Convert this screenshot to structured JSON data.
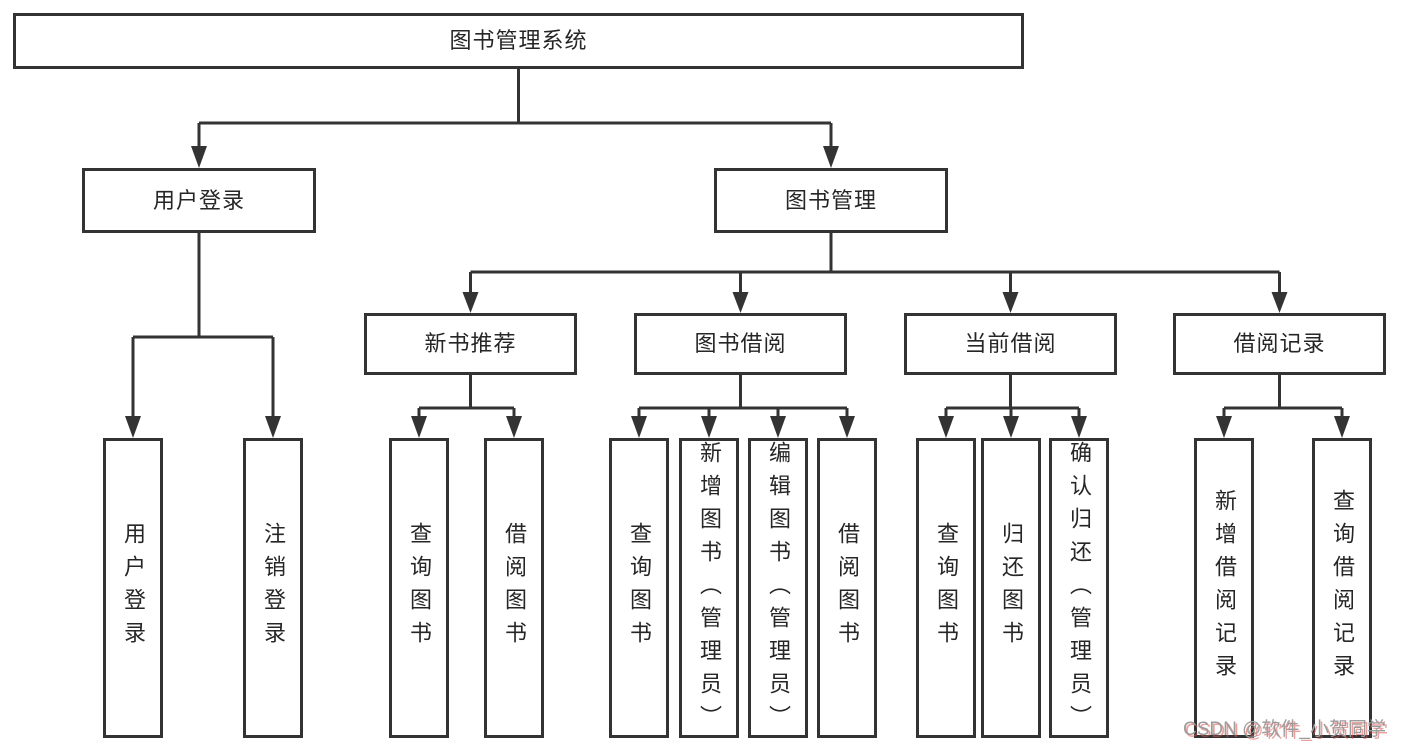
{
  "tree": {
    "root": "图书管理系统",
    "level1": [
      {
        "id": "user-login",
        "label": "用户登录",
        "leaves": [
          "用户登录",
          "注销登录"
        ]
      },
      {
        "id": "book-management",
        "label": "图书管理"
      }
    ],
    "level2": [
      {
        "id": "new-book-recommend",
        "label": "新书推荐",
        "leaves": [
          "查询图书",
          "借阅图书"
        ]
      },
      {
        "id": "book-borrow",
        "label": "图书借阅",
        "leaves": [
          "查询图书",
          "新增图书（管理员）",
          "编辑图书（管理员）",
          "借阅图书"
        ]
      },
      {
        "id": "current-borrow",
        "label": "当前借阅",
        "leaves": [
          "查询图书",
          "归还图书",
          "确认归还（管理员）"
        ]
      },
      {
        "id": "borrow-records",
        "label": "借阅记录",
        "leaves": [
          "新增借阅记录",
          "查询借阅记录"
        ]
      }
    ]
  },
  "watermark": {
    "text": "CSDN @软件_小贺同学"
  },
  "colors": {
    "line": "#333333",
    "text": "#262626",
    "background": "#ffffff",
    "watermark": "#9c9c9c"
  }
}
